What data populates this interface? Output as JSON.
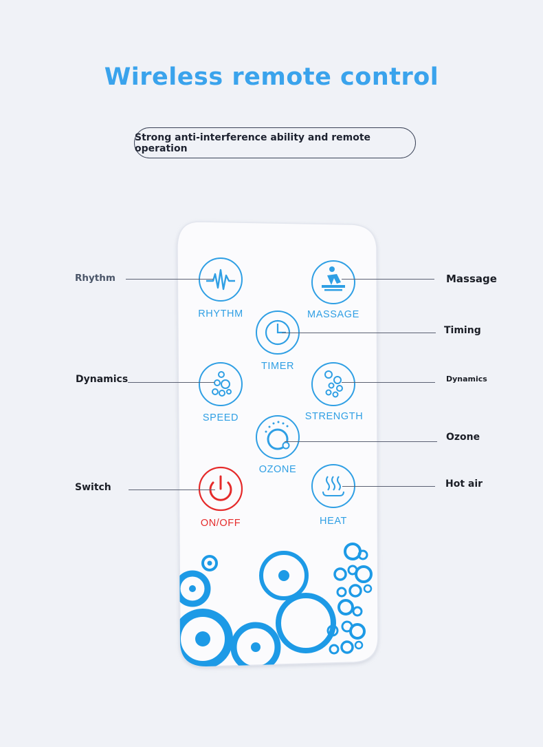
{
  "header": {
    "title": "Wireless remote control",
    "subtitle": "Strong anti-interference ability and remote operation"
  },
  "callouts": {
    "rhythm": "Rhythm",
    "massage": "Massage",
    "timing": "Timing",
    "dynamics_left": "Dynamics",
    "dynamics_right": "Dynamics",
    "ozone": "Ozone",
    "switch": "Switch",
    "hot_air": "Hot air"
  },
  "remote": {
    "buttons": {
      "rhythm": "RHYTHM",
      "massage": "MASSAGE",
      "timer": "TIMER",
      "speed": "SPEED",
      "strength": "STRENGTH",
      "ozone": "OZONE",
      "onoff": "ON/OFF",
      "heat": "HEAT"
    }
  },
  "colors": {
    "accent_blue": "#3aa3ec",
    "icon_blue": "#2f9fe4",
    "power_red": "#e52a2a",
    "background": "#f0f2f7",
    "remote_body": "#fbfbfd"
  }
}
